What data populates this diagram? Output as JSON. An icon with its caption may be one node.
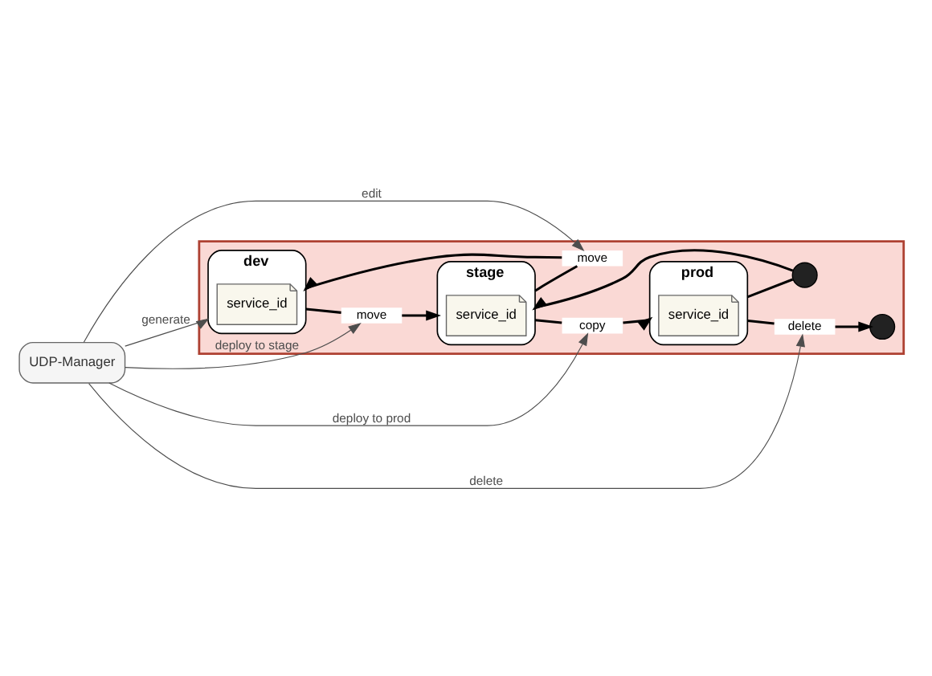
{
  "diagram": {
    "nodes": [
      {
        "text": [
          "UDP-Manager"
        ]
      },
      {
        "text": [],
        "shape": "box"
      },
      {
        "text": [
          "dev"
        ],
        "in": 1
      },
      {
        "text": [
          "service_id"
        ],
        "in": 2
      },
      {
        "text": [
          "stage"
        ],
        "in": 1
      },
      {
        "text": [
          "service_id"
        ],
        "in": 4
      },
      {
        "text": [
          "prod"
        ],
        "in": 1
      },
      {
        "text": [
          "service_id"
        ],
        "in": 6
      },
      {
        "text": [],
        "shape": "circle",
        "in": 1
      },
      {
        "text": [],
        "shape": "circle",
        "in": 1
      },
      {
        "text": [
          "move"
        ],
        "in": 1
      },
      {
        "text": [
          "copy"
        ],
        "in": 1
      },
      {
        "text": [
          "delete"
        ],
        "in": 1
      },
      {
        "text": [
          "move"
        ],
        "in": 1
      }
    ],
    "edges": [
      {
        "from": 0,
        "to": 13,
        "arrow": "to",
        "label": "edit",
        "color": "#4d4d4d"
      },
      {
        "from": 0,
        "to": 2,
        "arrow": "to",
        "label": "generate",
        "color": "#4d4d4d"
      },
      {
        "from": 0,
        "to": 10,
        "arrow": "to",
        "label": "deploy to stage",
        "color": "#4d4d4d"
      },
      {
        "from": 0,
        "to": 11,
        "arrow": "to",
        "label": "deploy to prod",
        "color": "#4d4d4d"
      },
      {
        "from": 0,
        "to": 12,
        "arrow": "to",
        "label": "delete",
        "color": "#4d4d4d"
      },
      {
        "from": 2,
        "to": 10,
        "arrow": "none"
      },
      {
        "from": 10,
        "to": 4,
        "arrow": "to"
      },
      {
        "from": 4,
        "to": 11,
        "arrow": "none"
      },
      {
        "from": 11,
        "to": 6,
        "arrow": "to"
      },
      {
        "from": 6,
        "to": 12,
        "arrow": "none"
      },
      {
        "from": 12,
        "to": 8,
        "arrow": "to"
      },
      {
        "from": 4,
        "to": 13,
        "arrow": "none"
      },
      {
        "from": 13,
        "to": 2,
        "arrow": "to"
      },
      {
        "from": 6,
        "to": 9,
        "arrow": "none"
      },
      {
        "from": 9,
        "to": 4,
        "arrow": "to"
      }
    ]
  }
}
